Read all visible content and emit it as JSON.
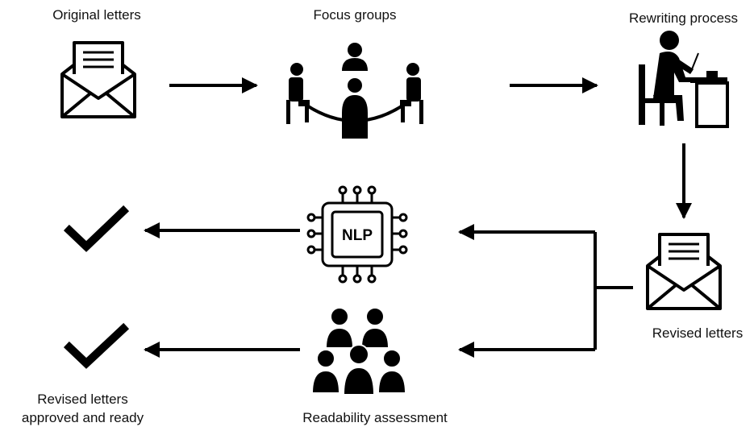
{
  "labels": {
    "original_letters": "Original letters",
    "focus_groups": "Focus groups",
    "rewriting_process": "Rewriting process",
    "revised_letters": "Revised letters",
    "revised_approved_line1": "Revised letters",
    "revised_approved_line2": "approved and ready",
    "readability_assessment": "Readability assessment",
    "nlp_chip_text": "NLP"
  },
  "icons": {
    "original_letters": "envelope-letter-icon",
    "focus_groups": "meeting-table-icon",
    "rewriting_process": "person-writing-at-desk-icon",
    "revised_letters": "envelope-letter-icon",
    "nlp": "nlp-chip-icon",
    "readability": "people-group-icon",
    "approved": "checkmark-icon"
  },
  "colors": {
    "ink": "#000000",
    "text": "#111111",
    "background": "#ffffff"
  }
}
